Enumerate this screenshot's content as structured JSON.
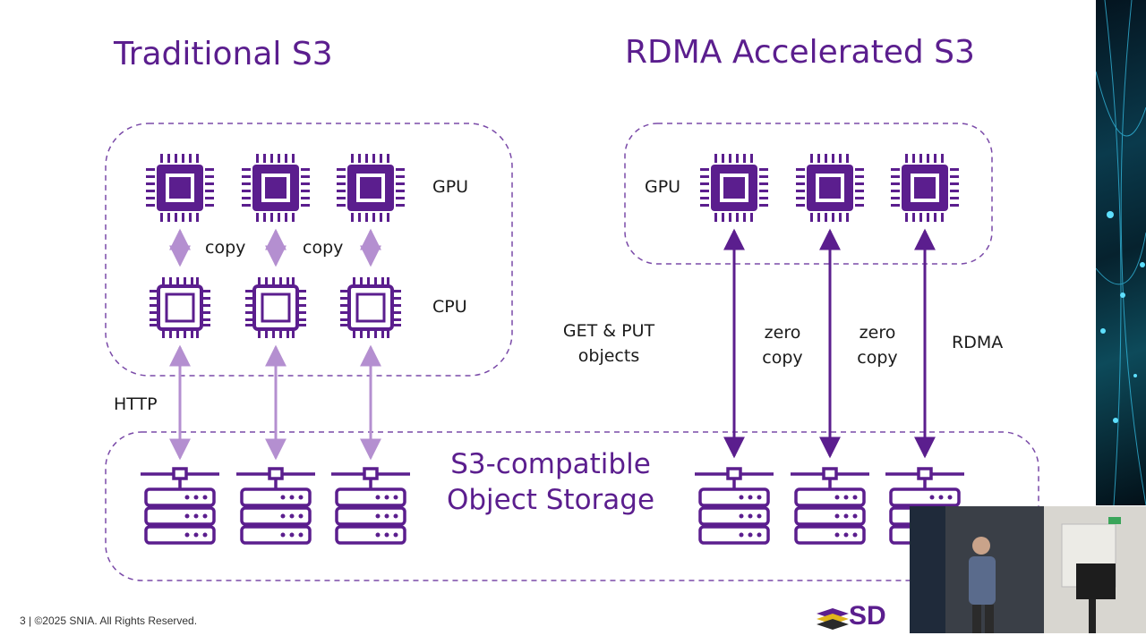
{
  "titles": {
    "left": "Traditional S3",
    "right": "RDMA Accelerated S3"
  },
  "labels": {
    "gpu_left": "GPU",
    "cpu_left": "CPU",
    "copy_1": "copy",
    "copy_2": "copy",
    "http": "HTTP",
    "gpu_right": "GPU",
    "get_put_line1": "GET & PUT",
    "get_put_line2": "objects",
    "zero_copy_1_line1": "zero",
    "zero_copy_1_line2": "copy",
    "zero_copy_2_line1": "zero",
    "zero_copy_2_line2": "copy",
    "rdma": "RDMA",
    "storage_line1": "S3-compatible",
    "storage_line2": "Object Storage"
  },
  "footer": {
    "page": "3",
    "copyright": "3 | ©2025 SNIA. All Rights Reserved."
  },
  "logo": {
    "text": "SD"
  },
  "colors": {
    "purple": "#5b1e8e",
    "light_purple_arrow": "#b48fd0",
    "dark_purple_arrow": "#5b1e8e",
    "dashed_border": "#7a4aa8"
  }
}
